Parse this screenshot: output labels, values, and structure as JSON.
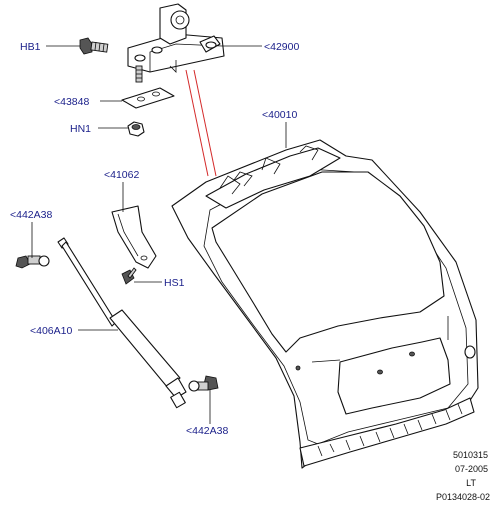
{
  "labels": {
    "hb1": "HB1",
    "part_42900": "<42900",
    "part_43848": "<43848",
    "hn1": "HN1",
    "part_40010": "<40010",
    "part_41062": "<41062",
    "part_442A38_top": "<442A38",
    "hs1": "HS1",
    "part_406A10": "<406A10",
    "part_442A38_bottom": "<442A38"
  },
  "footer": {
    "line1": "5010315",
    "line2": "07-2005",
    "line3": "LT",
    "line4": "P0134028-02"
  },
  "colors": {
    "label": "#1a1f8a",
    "guide_line": "#d42a2a",
    "outline": "#111111"
  }
}
